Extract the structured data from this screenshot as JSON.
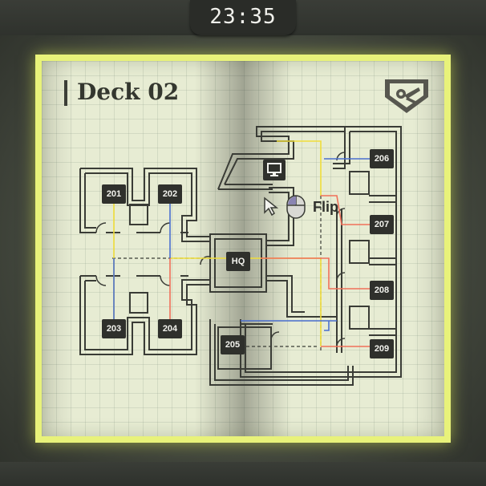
{
  "clock": "23:35",
  "page_title": "Deck 02",
  "rooms": [
    "201",
    "202",
    "203",
    "204",
    "205",
    "206",
    "207",
    "208",
    "209",
    "HQ"
  ],
  "icons": {
    "crest": "faction-emblem-icon",
    "terminal": "computer-terminal-icon",
    "cursor": "pointer-cursor-icon",
    "mouse": "mouse-button-icon"
  },
  "hint": {
    "action_label": "Flip"
  },
  "colors": {
    "page": "#e7ecd3",
    "glow": "#e8f27a",
    "wall": "#3a3c36",
    "wire_yellow": "#f0dd3a",
    "wire_red": "#f0705a",
    "wire_blue": "#4a6fd0"
  }
}
